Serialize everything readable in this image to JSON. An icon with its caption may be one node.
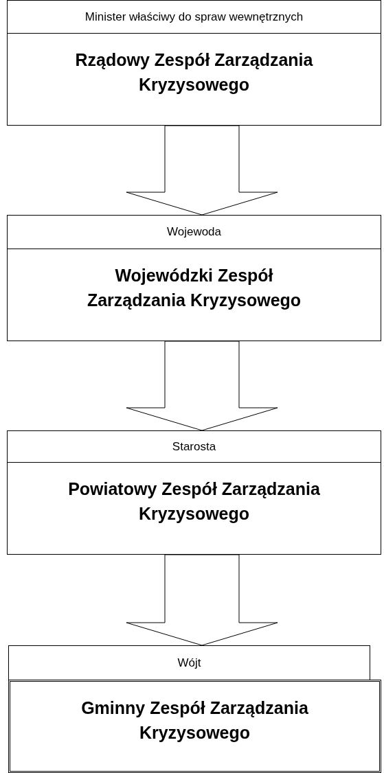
{
  "diagram": {
    "nodes": [
      {
        "text": [
          "Minister właściwy do spraw wewnętrznych"
        ]
      },
      {
        "text": [
          "Rządowy Zespół Zarządzania Kryzysowego"
        ]
      },
      {
        "text": [
          "Wojewoda"
        ]
      },
      {
        "text": [
          "Wojewódzki Zespół Zarządzania Kryzysowego"
        ]
      },
      {
        "text": [
          "Starosta"
        ]
      },
      {
        "text": [
          "Powiatowy Zespół Zarządzania Kryzysowego"
        ]
      },
      {
        "text": [
          "Wójt"
        ]
      },
      {
        "text": [
          "Gminny Zespół Zarządzania Kryzysowego"
        ]
      }
    ],
    "edges": [
      {
        "from": 1,
        "to": 2,
        "arrow": "to"
      },
      {
        "from": 3,
        "to": 4,
        "arrow": "to"
      },
      {
        "from": 5,
        "to": 6,
        "arrow": "to"
      }
    ]
  }
}
